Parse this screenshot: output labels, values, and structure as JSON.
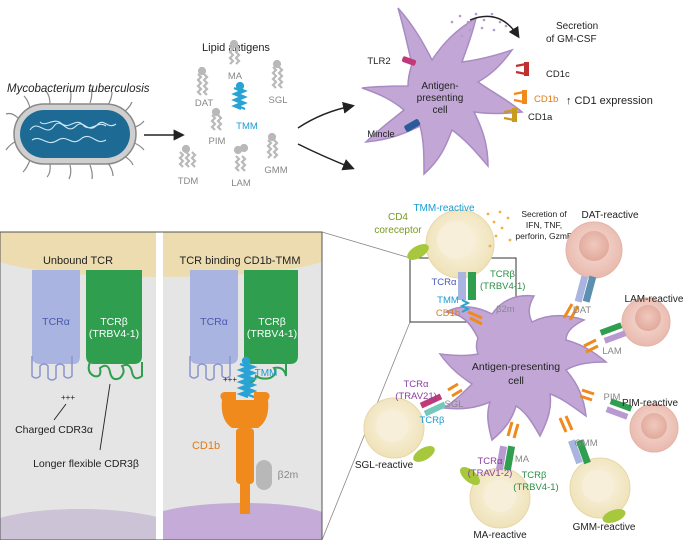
{
  "colors": {
    "apc": "#c2a7d6",
    "apc_stroke": "#a78bc2",
    "tcr_alpha": "#aab4e0",
    "tcr_beta": "#2f9e4f",
    "cd1b": "#f08a1c",
    "tmm": "#29a3d4",
    "b2m": "#b8b8b8",
    "tcell": "#f4ecd0",
    "panel_bg": "#e6e6e6",
    "teal_text": "#1a9bd1",
    "orange_text": "#e07b14",
    "green_text": "#2a8f45",
    "violet_text": "#8b3fa0"
  },
  "top": {
    "mtb_label": "Mycobacterium tuberculosis",
    "lipid_title": "Lipid antigens",
    "lipids": [
      "DAT",
      "MA",
      "TMM",
      "SGL",
      "PIM",
      "TDM",
      "LAM",
      "GMM"
    ],
    "apc_label_line1": "Antigen-",
    "apc_label_line2": "presenting",
    "apc_label_line3": "cell",
    "receptors": [
      "TLR2",
      "Mincle",
      "CD1c",
      "CD1b",
      "CD1a"
    ],
    "secretion_line1": "Secretion",
    "secretion_line2": "of GM-CSF",
    "cd1_expression": "↑ CD1 expression"
  },
  "inset": {
    "left_title": "Unbound TCR",
    "right_title": "TCR binding CD1b-TMM",
    "tcra": "TCRα",
    "tcrb_line1": "TCRβ",
    "tcrb_line2": "(TRBV4-1)",
    "charges": "+++",
    "charged": "Charged CDR3α",
    "flexible": "Longer flexible CDR3β",
    "tmm": "TMM",
    "cd1b": "CD1b",
    "b2m": "β2m"
  },
  "bottom": {
    "apc_line1": "Antigen-presenting",
    "apc_line2": "cell",
    "tmm_reactive": "TMM-reactive",
    "cd4_line1": "CD4",
    "cd4_line2": "coreceptor",
    "secretion_lines": [
      "Secretion of",
      "IFN, TNF,",
      "perforin, GzmB"
    ],
    "box_tcra": "TCRα",
    "box_tcrb1": "TCRβ",
    "box_tcrb2": "(TRBV4-1)",
    "box_tmm": "TMM",
    "box_cd1b": "CD1b",
    "box_b2m": "β2m",
    "dat_reactive": "DAT-reactive",
    "dat": "DAT",
    "lam_reactive": "LAM-reactive",
    "lam": "LAM",
    "pim_reactive": "PIM-reactive",
    "pim": "PIM",
    "gmm_reactive": "GMM-reactive",
    "gmm": "GMM",
    "ma_reactive": "MA-reactive",
    "ma": "MA",
    "ma_tcra1": "TCRα",
    "ma_tcra2": "(TRAV1-2)",
    "ma_tcrb1": "TCRβ",
    "ma_tcrb2": "(TRBV4-1)",
    "sgl_reactive": "SGL-reactive",
    "sgl": "SGL",
    "sgl_tcra1": "TCRα",
    "sgl_tcra2": "(TRAV21)",
    "sgl_tcrb": "TCRβ"
  }
}
